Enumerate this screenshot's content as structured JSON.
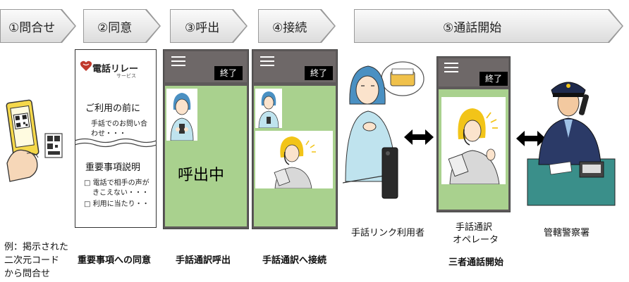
{
  "steps": [
    {
      "label": "①問合せ"
    },
    {
      "label": "②同意"
    },
    {
      "label": "③呼出"
    },
    {
      "label": "④接続"
    },
    {
      "label": "⑤通話開始"
    }
  ],
  "consent_screen": {
    "logo_main": "電話リレー",
    "logo_sub": "サービス",
    "heading1": "ご利用の前に",
    "body1_line1": "手話でのお問い合",
    "body1_line2": "わせ・・・",
    "heading2": "重要事項説明",
    "item1_line1": "□ 電話で相手の声が",
    "item1_line2": "きこえない・・・",
    "item2": "□ 利用に当たり・・"
  },
  "phones": {
    "end_label": "終了",
    "calling_text": "呼出中"
  },
  "captions": {
    "step1_line1": "例：掲示された",
    "step1_line2": "二次元コード",
    "step1_line3": "から問合せ",
    "step2": "重要事項への同意",
    "step3": "手話通訳呼出",
    "step4": "手話通訳へ接続",
    "user": "手話リンク利用者",
    "operator_line1": "手話通訳",
    "operator_line2": "オペレータ",
    "police": "管轄警察署",
    "three_way": "三者通話開始"
  },
  "colors": {
    "phone_green": "#a9d18e",
    "phone_bar": "#6e6868",
    "sign_user_shirt": "#bfe3ee",
    "police_uniform": "#2b3a67",
    "desk_teal": "#3a8f8a",
    "hair_yellow": "#f2c418"
  },
  "icons": {
    "arrow": "double-headed-arrow-icon",
    "qr": "qr-code-icon",
    "heart_logo": "heart-logo-icon"
  }
}
